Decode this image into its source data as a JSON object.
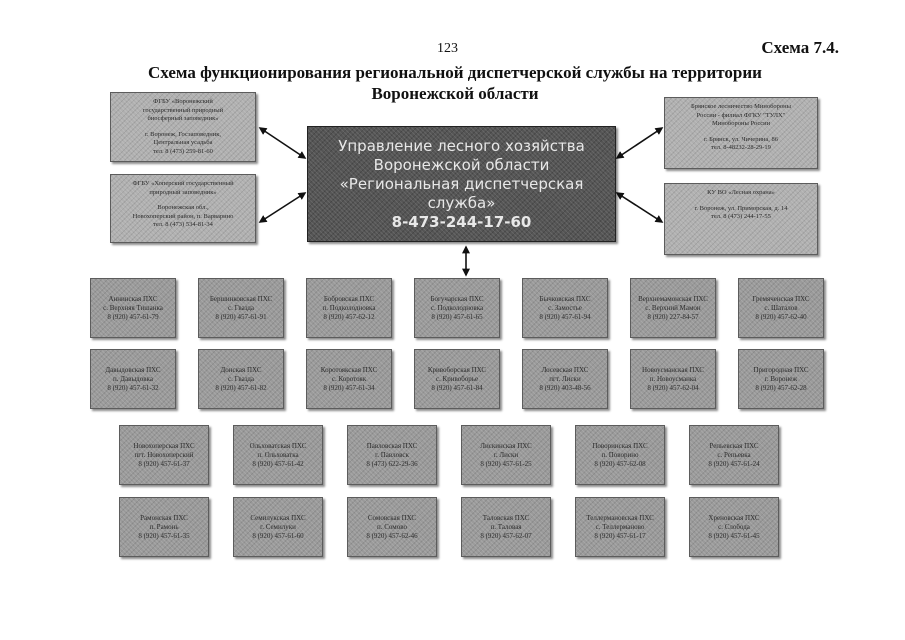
{
  "page_number": "123",
  "scheme_label": "Схема 7.4.",
  "title_line1": "Схема функционирования региональной диспетчерской службы на территории",
  "title_line2": "Воронежской области",
  "main": {
    "line1": "Управление лесного хозяйства",
    "line2": "Воронежской области",
    "line3": "«Региональная диспетчерская",
    "line4": "служба»",
    "phone": "8-473-244-17-60"
  },
  "side": {
    "left_top": [
      "ФГБУ «Воронежский",
      "государственный природный",
      "биосферный заповедник»",
      "",
      "г. Воронеж, Госзаповедник,",
      "Центральная усадьба",
      "тел. 8 (473) 259-81-60"
    ],
    "left_bottom": [
      "ФГБУ «Хоперский государственный",
      "природный заповедник»",
      "",
      "Воронежская обл.,",
      "Новохоперский район, п. Варварино",
      "тел. 8 (473) 534-81-34"
    ],
    "right_top": [
      "Брянское лесничество Минобороны",
      "России - филиал ФГКУ \"ТУЛХ\"",
      "Минобороны России",
      "",
      "г. Брянск, ул. Чичерина, 86",
      "тел. 8-48232-28-29-19"
    ],
    "right_bottom": [
      "КУ ВО «Лесная охрана»",
      "",
      "г. Воронеж, ул. Приморская, д. 14",
      "тел. 8 (473) 244-17-55"
    ]
  },
  "rows": [
    [
      [
        "Аннинская ПХС",
        "с. Верхняя Тишанка",
        "8 (920) 457-61-79"
      ],
      [
        "Бершинковская ПХС",
        "с. Гвазда",
        "8 (920) 457-61-91"
      ],
      [
        "Бобровская ПХС",
        "п. Подколодновка",
        "8 (920) 457-62-12"
      ],
      [
        "Богучарская ПХС",
        "с. Подколодновка",
        "8 (920) 457-61-65"
      ],
      [
        "Бычковская ПХС",
        "с. Замостье",
        "8 (920) 457-61-94"
      ],
      [
        "Верхнемамонская ПХС",
        "с. Верхний Мамон",
        "8 (920) 227-84-57"
      ],
      [
        "Гремяченская ПХС",
        "с. Шаталов",
        "8 (920) 457-62-40"
      ]
    ],
    [
      [
        "Давыдовская ПХС",
        "п. Давыдовка",
        "8 (920) 457-61-32"
      ],
      [
        "Донская ПХС",
        "с. Гвазда",
        "8 (920) 457-61-82"
      ],
      [
        "Коротоякская ПХС",
        "с. Коротояк",
        "8 (920) 457-61-34"
      ],
      [
        "Кривоборская ПХС",
        "с. Кривоборье",
        "8 (920) 457-61-84"
      ],
      [
        "Лосевская ПХС",
        "пгт. Лиски",
        "8 (920) 403-48-56"
      ],
      [
        "Новоусманская ПХС",
        "п. Новоусманка",
        "8 (920) 457-62-04"
      ],
      [
        "Пригородная ПХС",
        "г. Воронеж",
        "8 (920) 457-62-28"
      ]
    ],
    [
      [
        "Новохоперская ПХС",
        "пгт. Новохоперский",
        "8 (920) 457-61-37"
      ],
      [
        "Ольховатская ПХС",
        "п. Ольховатка",
        "8 (920) 457-61-42"
      ],
      [
        "Павловская ПХС",
        "г. Павловск",
        "8 (473) 622-29-36"
      ],
      [
        "Лискинская ПХС",
        "г. Лиски",
        "8 (920) 457-61-25"
      ],
      [
        "Поворинская ПХС",
        "п. Поворино",
        "8 (920) 457-62-08"
      ],
      [
        "Репьевская ПХС",
        "с. Репьевка",
        "8 (920) 457-61-24"
      ]
    ],
    [
      [
        "Рамонская ПХС",
        "п. Рамонь",
        "8 (920) 457-61-35"
      ],
      [
        "Семилукская ПХС",
        "г. Семилуки",
        "8 (920) 457-61-60"
      ],
      [
        "Сомовская ПХС",
        "п. Сомово",
        "8 (920) 457-62-46"
      ],
      [
        "Таловская ПХС",
        "п. Таловая",
        "8 (920) 457-62-07"
      ],
      [
        "Теллермановская ПХС",
        "с. Теллерманово",
        "8 (920) 457-61-17"
      ],
      [
        "Хреновская ПХС",
        "с. Слобода",
        "8 (920) 457-61-45"
      ]
    ]
  ]
}
